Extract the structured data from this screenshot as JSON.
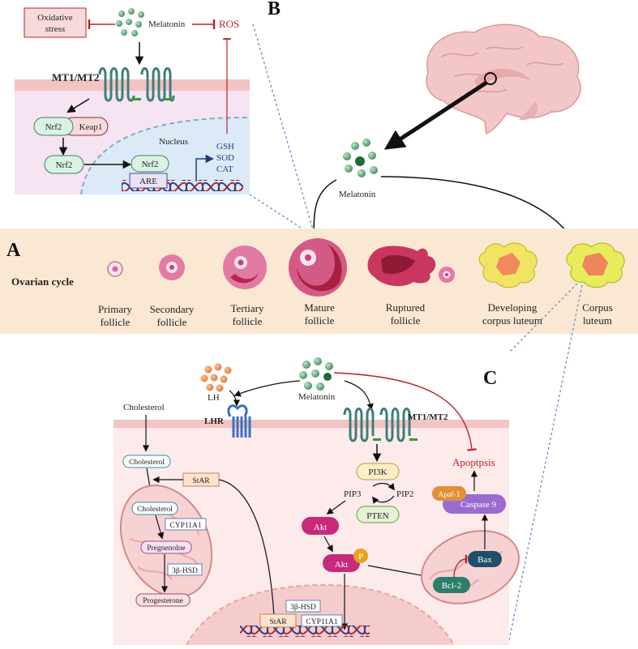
{
  "panels": {
    "a": "A",
    "b": "B",
    "c": "C"
  },
  "panel_b": {
    "oxidative_stress": [
      "Oxidative",
      "stress"
    ],
    "melatonin": "Melatonin",
    "ros": "ROS",
    "receptor": "MT1/MT2",
    "nrf2": "Nrf2",
    "keap1": "Keap1",
    "nucleus": "Nucleus",
    "are": "ARE",
    "antioxidants": [
      "GSH",
      "SOD",
      "CAT"
    ]
  },
  "brain_melatonin": "Melatonin",
  "panel_a": {
    "title": "Ovarian cycle",
    "stages": [
      [
        "Primary",
        "follicle"
      ],
      [
        "Secondary",
        "follicle"
      ],
      [
        "Tertiary",
        "follicle"
      ],
      [
        "Mature",
        "follicle"
      ],
      [
        "Ruptured",
        "follicle"
      ],
      [
        "Developing",
        "corpus luteum"
      ],
      [
        "Corpus",
        "luteum"
      ]
    ]
  },
  "panel_c": {
    "lh": "LH",
    "melatonin": "Melatonin",
    "lhr": "LHR",
    "receptor": "MT1/MT2",
    "cholesterol_top": "Cholesterol",
    "cholesterol_box": "Cholesterol",
    "cholesterol_mito": "Cholesterol",
    "star": "StAR",
    "cyp11a1": "CYP11A1",
    "pregnenolone": "Pregnenolne",
    "hsd": "3β-HSD",
    "progesterone": "Progesterone",
    "pi3k": "PI3K",
    "pip3": "PIP3",
    "pip2": "PIP2",
    "pten": "PTEN",
    "akt": "Akt",
    "akt_p": "Akt",
    "p": "P",
    "apoptosis": "Apoptpsis",
    "apaf1": "Apaf-1",
    "caspase9": "Caspase 9",
    "bax": "Bax",
    "bcl2": "Bcl-2",
    "nuc_hsd": "3β-HSD",
    "nuc_star": "StAR",
    "nuc_cyp": "CYP11A1"
  },
  "colors": {
    "band": "#fbe8d3",
    "cell": "#fdeaea",
    "membrane": "#f2c4c4",
    "nucleus_b": "#dceaf7",
    "receptor": "#3e7f7a",
    "mint": "#d9f2e4",
    "inhibit": "#c0232f"
  }
}
